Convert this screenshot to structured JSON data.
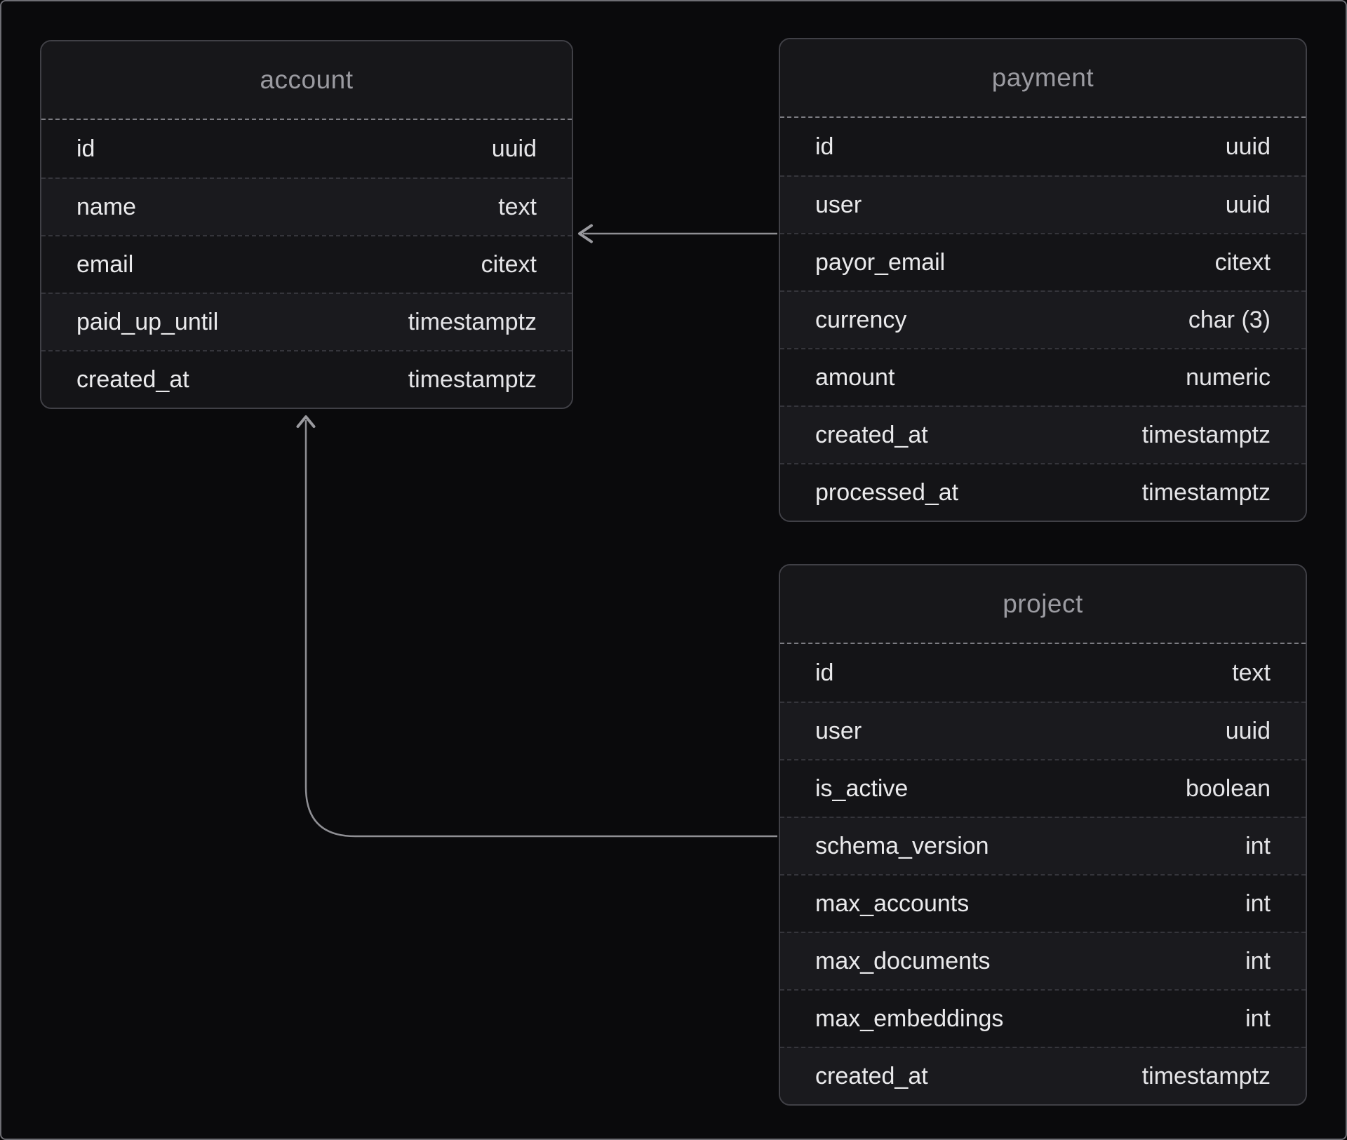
{
  "tables": [
    {
      "title": "account",
      "columns": [
        {
          "name": "id",
          "type": "uuid"
        },
        {
          "name": "name",
          "type": "text"
        },
        {
          "name": "email",
          "type": "citext"
        },
        {
          "name": "paid_up_until",
          "type": "timestamptz"
        },
        {
          "name": "created_at",
          "type": "timestamptz"
        }
      ]
    },
    {
      "title": "payment",
      "columns": [
        {
          "name": "id",
          "type": "uuid"
        },
        {
          "name": "user",
          "type": "uuid"
        },
        {
          "name": "payor_email",
          "type": "citext"
        },
        {
          "name": "currency",
          "type": "char (3)"
        },
        {
          "name": "amount",
          "type": "numeric"
        },
        {
          "name": "created_at",
          "type": "timestamptz"
        },
        {
          "name": "processed_at",
          "type": "timestamptz"
        }
      ]
    },
    {
      "title": "project",
      "columns": [
        {
          "name": "id",
          "type": "text"
        },
        {
          "name": "user",
          "type": "uuid"
        },
        {
          "name": "is_active",
          "type": "boolean"
        },
        {
          "name": "schema_version",
          "type": "int"
        },
        {
          "name": "max_accounts",
          "type": "int"
        },
        {
          "name": "max_documents",
          "type": "int"
        },
        {
          "name": "max_embeddings",
          "type": "int"
        },
        {
          "name": "created_at",
          "type": "timestamptz"
        }
      ]
    }
  ],
  "relationships": [
    {
      "from": "payment",
      "to": "account"
    },
    {
      "from": "project",
      "to": "account"
    }
  ],
  "colors": {
    "background": "#0a0a0c",
    "frame_border": "#6e6e74",
    "table_background": "#141417",
    "table_row_alt": "#1a1a1e",
    "table_border": "#404046",
    "title_text": "#9b9ba1",
    "field_text": "#eaeaec",
    "header_separator": "#7c7c82",
    "row_separator": "#35353b",
    "connector": "#8f8f94"
  }
}
